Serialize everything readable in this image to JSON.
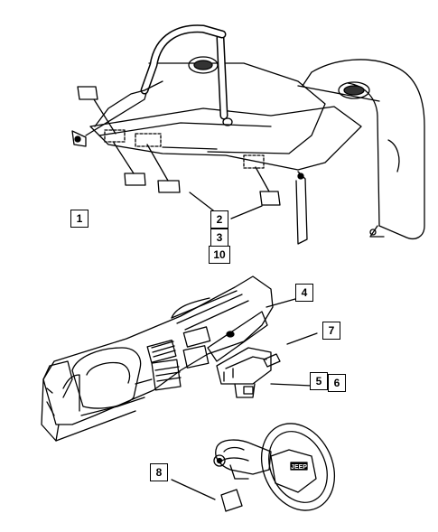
{
  "callouts": {
    "c1": "1",
    "c2": "2",
    "c3": "3",
    "c10": "10",
    "c4": "4",
    "c7": "7",
    "c5": "5",
    "c6": "6",
    "c8": "8"
  },
  "colors": {
    "line": "#000000",
    "fill": "#ffffff",
    "shade": "#333333"
  }
}
